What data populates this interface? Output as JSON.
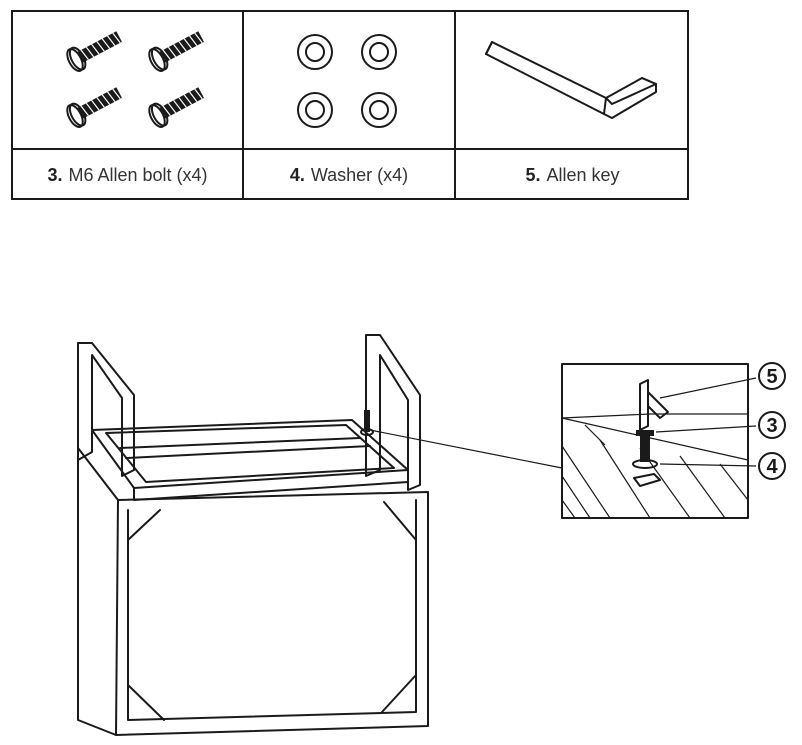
{
  "parts": [
    {
      "number": "3.",
      "name": "M6 Allen bolt (x4)",
      "icon": "allen-bolt-icon"
    },
    {
      "number": "4.",
      "name": "Washer (x4)",
      "icon": "washer-icon"
    },
    {
      "number": "5.",
      "name": "Allen key",
      "icon": "allen-key-icon"
    }
  ],
  "callouts": [
    "5",
    "3",
    "4"
  ]
}
